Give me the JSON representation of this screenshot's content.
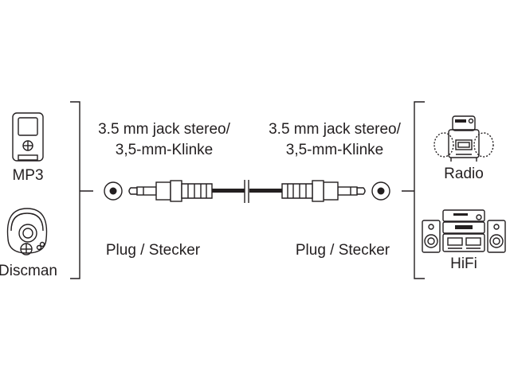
{
  "left": {
    "devices": [
      {
        "label": "MP3",
        "icon": "mp3-player-icon"
      },
      {
        "label": "Discman",
        "icon": "discman-icon"
      }
    ],
    "connector_line1": "3.5 mm jack stereo/",
    "connector_line2": "3,5-mm-Klinke",
    "connector_type": "Plug / Stecker"
  },
  "right": {
    "devices": [
      {
        "label": "Radio",
        "icon": "radio-icon"
      },
      {
        "label": "HiFi",
        "icon": "hifi-icon"
      }
    ],
    "connector_line1": "3.5 mm jack stereo/",
    "connector_line2": "3,5-mm-Klinke",
    "connector_type": "Plug / Stecker"
  },
  "colors": {
    "ink": "#231f20",
    "background": "#ffffff"
  }
}
